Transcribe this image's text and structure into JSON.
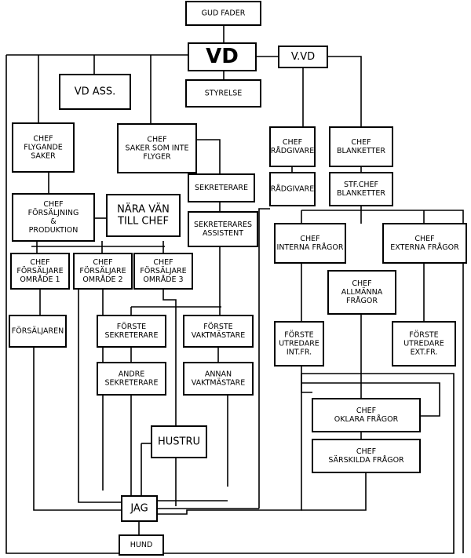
{
  "boxes": {
    "gud_fader": [
      "GUD FADER"
    ],
    "vd": [
      "VD"
    ],
    "vvd": [
      "V.VD"
    ],
    "vd_ass": [
      "VD ASS."
    ],
    "styrelse": [
      "STYRELSE"
    ],
    "chef_flygande": [
      "CHEF",
      "FLYGANDE",
      "SAKER"
    ],
    "chef_saker": [
      "CHEF",
      "SAKER SOM INTE",
      "FLYGER"
    ],
    "chef_radgivare": [
      "CHEF",
      "RÅDGIVARE"
    ],
    "chef_blanketter": [
      "CHEF",
      "BLANKETTER"
    ],
    "sekreterare": [
      "SEKRETERARE"
    ],
    "radgivare": [
      "RÅDGIVARE"
    ],
    "stf_chef": [
      "STF.CHEF",
      "BLANKETTER"
    ],
    "chef_forsaljning": [
      "CHEF",
      "FÖRSÄLJNING",
      "&",
      "PRODUKTION"
    ],
    "nara_van": [
      "NÄRA VÄN",
      "TILL CHEF"
    ],
    "sekr_assistent": [
      "SEKRETERARES",
      "ASSISTENT"
    ],
    "chef_interna": [
      "CHEF",
      "INTERNA FRÅGOR"
    ],
    "chef_externa": [
      "CHEF",
      "EXTERNA FRÅGOR"
    ],
    "omrade1": [
      "CHEF",
      "FÖRSÄLJARE",
      "OMRÅDE 1"
    ],
    "omrade2": [
      "CHEF",
      "FÖRSÄLJARE",
      "OMRÅDE 2"
    ],
    "omrade3": [
      "CHEF",
      "FÖRSÄLJARE",
      "OMRÅDE 3"
    ],
    "chef_allmanna": [
      "CHEF",
      "ALLMÄNNA",
      "FRÅGOR"
    ],
    "forsaljaren": [
      "FÖRSÄLJAREN"
    ],
    "forste_sekr": [
      "FÖRSTE",
      "SEKRETERARE"
    ],
    "forste_vakt": [
      "FÖRSTE",
      "VAKTMÄSTARE"
    ],
    "forste_utr_int": [
      "FÖRSTE",
      "UTREDARE",
      "INT.FR."
    ],
    "forste_utr_ext": [
      "FÖRSTE",
      "UTREDARE",
      "EXT.FR."
    ],
    "andre_sekr": [
      "ANDRE",
      "SEKRETERARE"
    ],
    "annan_vakt": [
      "ANNAN",
      "VAKTMÄSTARE"
    ],
    "chef_oklara": [
      "CHEF",
      "OKLARA FRÅGOR"
    ],
    "chef_sarskilda": [
      "CHEF",
      "SÄRSKILDA FRÅGOR"
    ],
    "hustru": [
      "HUSTRU"
    ],
    "jag": [
      "JAG"
    ],
    "hund": [
      "HUND"
    ]
  }
}
